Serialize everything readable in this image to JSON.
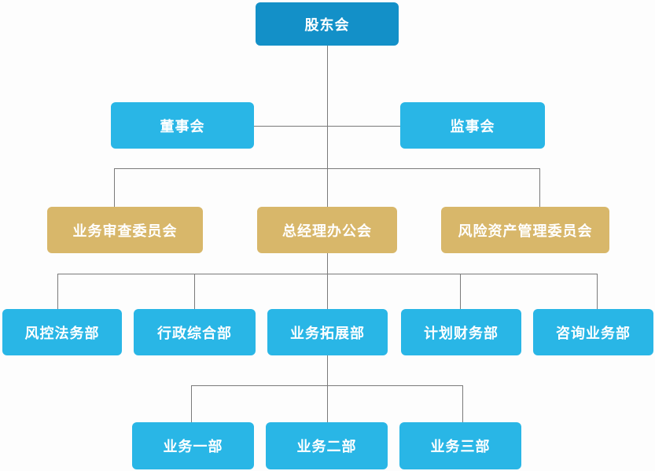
{
  "diagram": {
    "type": "organization-chart",
    "language": "zh-CN",
    "palette": {
      "root_blue": "#1390c8",
      "sky_blue": "#29b6e6",
      "gold": "#d8b76a",
      "connector_gray": "#7a7a7a",
      "label_text": "#ffffff",
      "background": "#fdfdfd"
    },
    "nodes": {
      "shareholders": {
        "label": "股东会"
      },
      "board": {
        "label": "董事会"
      },
      "supervisory": {
        "label": "监事会"
      },
      "review_committee": {
        "label": "业务审查委员会"
      },
      "gm_office": {
        "label": "总经理办公会"
      },
      "risk_committee": {
        "label": "风险资产管理委员会"
      },
      "risk_legal_dept": {
        "label": "风控法务部"
      },
      "admin_dept": {
        "label": "行政综合部"
      },
      "business_dev_dept": {
        "label": "业务拓展部"
      },
      "finance_dept": {
        "label": "计划财务部"
      },
      "consulting_dept": {
        "label": "咨询业务部"
      },
      "business_dept_1": {
        "label": "业务一部"
      },
      "business_dept_2": {
        "label": "业务二部"
      },
      "business_dept_3": {
        "label": "业务三部"
      }
    },
    "hierarchy": [
      {
        "parent": "股东会",
        "children": [
          "董事会",
          "监事会"
        ]
      },
      {
        "parent": "股东会",
        "children": [
          "业务审查委员会",
          "总经理办公会",
          "风险资产管理委员会"
        ]
      },
      {
        "parent": "总经理办公会",
        "children": [
          "风控法务部",
          "行政综合部",
          "业务拓展部",
          "计划财务部",
          "咨询业务部"
        ]
      },
      {
        "parent": "业务拓展部",
        "children": [
          "业务一部",
          "业务二部",
          "业务三部"
        ]
      }
    ]
  }
}
